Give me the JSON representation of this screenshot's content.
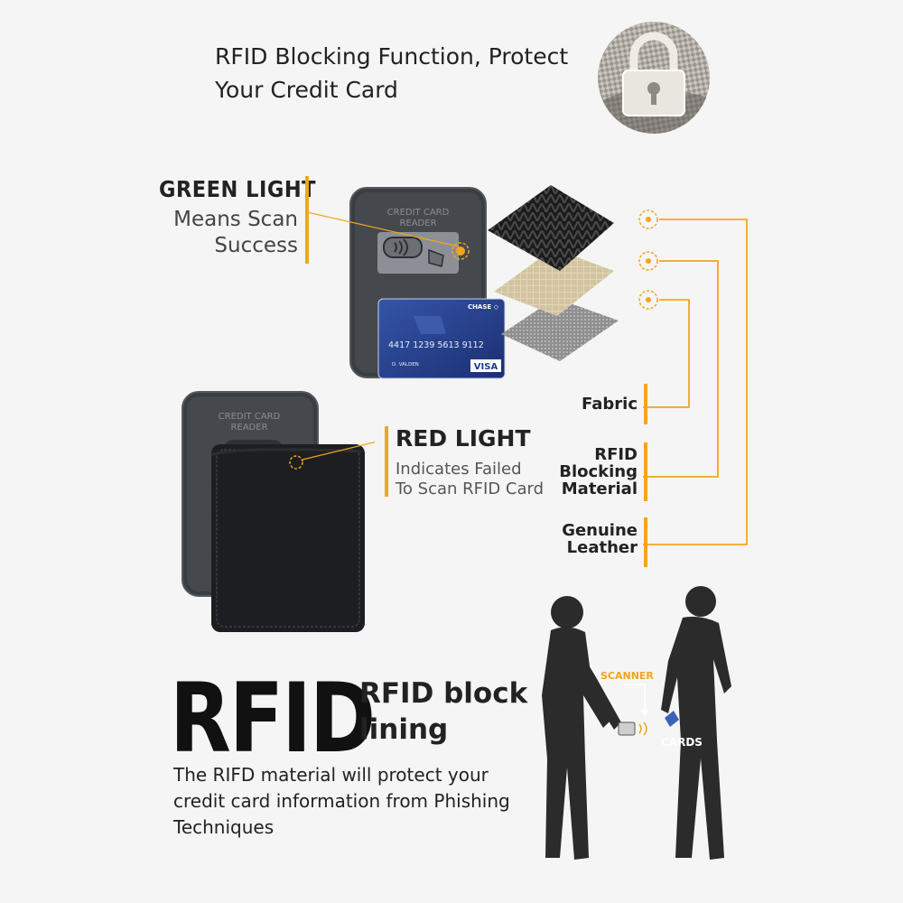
{
  "header": {
    "line1": "RFID Blocking Function, Protect",
    "line2": "Your Credit Card"
  },
  "green": {
    "title": "GREEN LIGHT",
    "sub_line1": "Means Scan",
    "sub_line2": "Success"
  },
  "red": {
    "title": "RED LIGHT",
    "sub_line1": "Indicates Failed",
    "sub_line2": "To Scan RFID Card"
  },
  "reader_label_line1": "CREDIT CARD",
  "reader_label_line2_top": "READER",
  "reader_label_line2_bottom": "READER",
  "card": {
    "bank": "CHASE ◇",
    "number": "4417 1239 5613 9112",
    "holder": "D. VALDEN",
    "brand": "VISA"
  },
  "layers": {
    "fabric": "Fabric",
    "rfid_line1": "RFID",
    "rfid_line2": "Blocking",
    "rfid_line3": "Material",
    "leather_line1": "Genuine",
    "leather_line2": "Leather"
  },
  "scene": {
    "scanner_label": "SCANNER",
    "cards_label": "CARDS"
  },
  "bottom": {
    "big": "RFID",
    "block_line1": "RFID block",
    "block_line2": "lining",
    "desc_line1": "The RIFD material will protect your",
    "desc_line2": "credit card information from Phishing",
    "desc_line3": "Techniques"
  },
  "colors": {
    "accent": "#f2a51f",
    "background": "#f5f5f5",
    "card_blue": "#23408f",
    "device": "#3a3d41"
  }
}
